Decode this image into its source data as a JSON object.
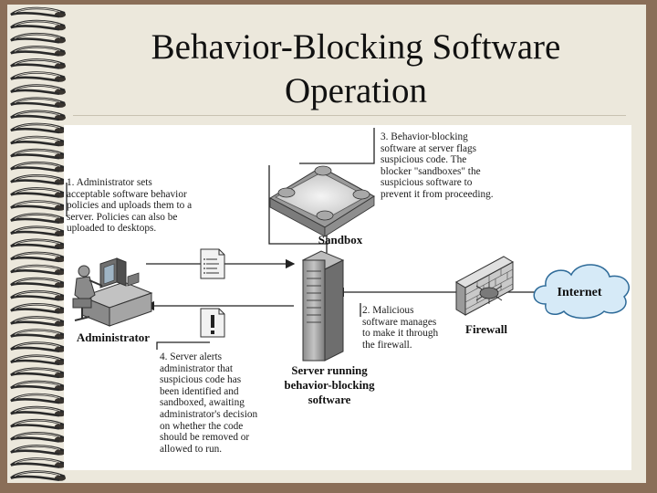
{
  "slide": {
    "title": "Behavior-Blocking Software\nOperation",
    "background_color": "#8a6e58",
    "page_color": "#ece8dc"
  },
  "diagram": {
    "labels": {
      "sandbox": "Sandbox",
      "internet": "Internet",
      "firewall": "Firewall",
      "administrator": "Administrator",
      "server": "Server running\nbehavior-blocking\nsoftware"
    },
    "steps": [
      {
        "text": "1. Administrator sets\nacceptable software behavior\npolicies and uploads them to a\nserver. Policies can also be\nuploaded to desktops."
      },
      {
        "text": "2. Malicious\nsoftware manages\nto make it through\nthe firewall."
      },
      {
        "text": "3. Behavior-blocking\nsoftware at server flags\nsuspicious code. The\nblocker \"sandboxes\" the\nsuspicious software to\nprevent it from proceeding."
      },
      {
        "text": "4. Server alerts\nadministrator that\nsuspicious code has\nbeen identified and\nsandboxed, awaiting\nadministrator's decision\non whether the code\nshould be removed or\nallowed to run."
      }
    ],
    "icons": [
      "policy-document-icon",
      "alert-document-icon",
      "server-icon",
      "sandbox-icon",
      "firewall-icon",
      "internet-cloud-icon",
      "administrator-workstation-icon",
      "virus-icon"
    ]
  }
}
